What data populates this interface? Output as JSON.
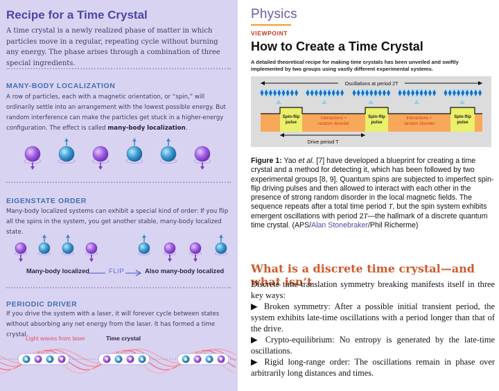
{
  "left": {
    "title": "Recipe for a Time Crystal",
    "intro": "A time crystal is a newly realized phase of matter in which particles move in a regular, repeating cycle without burning any energy. The phase arises through a combination of three special ingredients.",
    "mbl": {
      "heading": "MANY-BODY LOCALIZATION",
      "text": "A row of particles, each with a magnetic orientation, or “spin,” will ordinarily settle into an arrangement with the lowest possible energy. But random interference can make the particles get stuck in a higher-energy configuration. The effect is called ",
      "text_bold": "many-body localization",
      "text_end": "."
    },
    "eig": {
      "heading": "EIGENSTATE ORDER",
      "text": "Many-body localized systems can exhibit a special kind of order: If you flip all the spins in the system, you get another stable, many-body localized state.",
      "label_left": "Many-body localized",
      "label_flip": "FLIP",
      "label_right": "Also many-body localized"
    },
    "pd": {
      "heading": "PERIODIC DRIVER",
      "text": "If you drive the system with a laser, it will forever cycle between states without absorbing any net energy from the laser. It has formed a time crystal.",
      "label_waves": "Light waves from laser",
      "label_crystal": "Time crystal"
    }
  },
  "right": {
    "logo": "Physics",
    "kicker": "VIEWPOINT",
    "headline": "How to Create a Time Crystal",
    "subhead": "A detailed theoretical recipe for making time crystals has been unveiled and swiftly implemented by two groups using vastly different experimental systems.",
    "figure": {
      "osc_label": "Oscillations at period 2T",
      "drive_label": "Drive period T",
      "pulse": [
        "Spin-flip",
        "pulse"
      ],
      "interaction": [
        "Interactions +",
        "random disorder"
      ]
    },
    "caption": {
      "label": "Figure 1:",
      "text_a": " Yao ",
      "etal": "et al.",
      "text_b": " [7] have developed a blueprint for creating a time crystal and a method for detecting it, which has been followed by two experimental groups [8, 9]. Quantum spins are subjected to imperfect spin-flip driving pulses and then allowed to interact with each other in the presence of strong random disorder in the local magnetic fields. The sequence repeats after a total time period ",
      "T": "T",
      "text_c": ", but the spin system exhibits emergent oscillations with period 2",
      "T2": "T",
      "text_d": "—the hallmark of a discrete quantum time crystal. (APS/",
      "link": "Alan Stonebraker",
      "text_e": "/Phil Richerme)"
    },
    "section_title": "What is a discrete time crystal—and what isn’t",
    "para_intro": "Discrete time-translation symmetry breaking manifests itself in three key ways:",
    "bullets": [
      "▶ Broken symmetry: After a possible initial transient period, the system exhibits late-time oscillations with a period longer than that of the drive.",
      "▶ Crypto-equilibrium: No entropy is generated by the late-time oscillations.",
      "▶ Rigid long-range order: The oscillations remain in phase over arbitrarily long distances and times."
    ]
  },
  "colors": {
    "left_bg": "#d9d3f2",
    "heading_blue": "#3f6fb5",
    "title_purple": "#4a46a8",
    "orange_block": "#f7a85a",
    "yellow_block": "#eaf06a",
    "section_orange": "#d05a2c"
  }
}
